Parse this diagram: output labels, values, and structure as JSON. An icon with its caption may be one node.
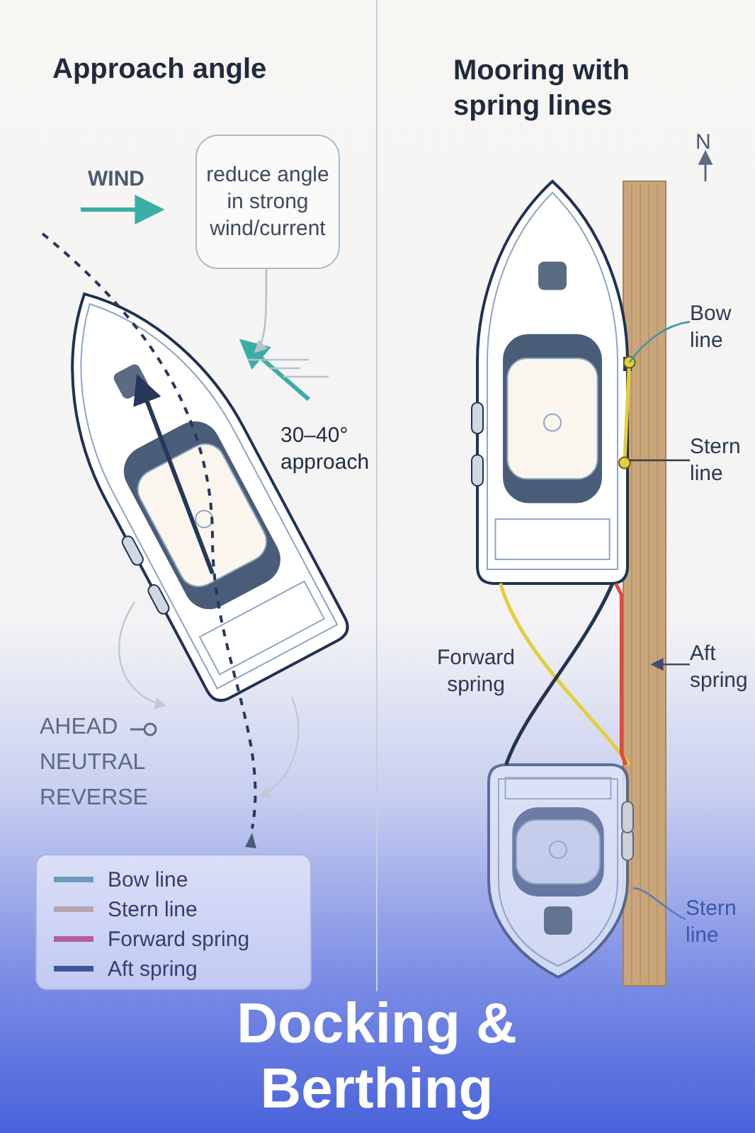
{
  "diagram": {
    "title": "Docking & Berthing",
    "nodes": [
      {
        "text": [
          "reduce angle in strong wind/current"
        ]
      },
      {
        "text": [],
        "shape": "picture"
      },
      {
        "text": [],
        "shape": "picture"
      },
      {
        "text": [],
        "shape": "picture"
      },
      {
        "text": [],
        "shape": "picture"
      },
      {
        "text": [
          "Bow line"
        ]
      },
      {
        "text": [
          "Stern line"
        ]
      },
      {
        "text": [
          "Forward spring"
        ]
      },
      {
        "text": [
          "Aft spring"
        ]
      },
      {
        "text": [
          "Stern line"
        ]
      },
      {
        "text": [],
        "shape": "picture"
      }
    ],
    "edges": [
      {
        "from": 0,
        "to": 10,
        "arrow": "to",
        "color": "#b8c2cc"
      },
      {
        "from": 2,
        "to": 3,
        "arrow": "other",
        "color": "#e3cf3b"
      },
      {
        "from": 2,
        "to": 4,
        "arrow": "none",
        "color": "#e3cf3b"
      },
      {
        "from": 2,
        "to": 4,
        "arrow": "none",
        "color": "#22344f"
      },
      {
        "from": 2,
        "to": 4,
        "arrow": "none",
        "color": "#e8453c"
      },
      {
        "from": 5,
        "to": 3,
        "arrow": "none",
        "color": "#3a9aa0"
      },
      {
        "from": 6,
        "to": 3,
        "arrow": "none",
        "color": "#333d4a"
      },
      {
        "from": 8,
        "to": 3,
        "arrow": "to",
        "color": "#3d4f6a"
      },
      {
        "from": 9,
        "to": 4,
        "arrow": "none",
        "color": "#5a7ac0"
      }
    ],
    "labels": [
      "Approach angle",
      "Mooring with spring lines",
      "N",
      "WIND",
      "30–40° approach",
      "AHEAD",
      "NEUTRAL",
      "REVERSE"
    ],
    "legend": [
      {
        "text": "Bow line",
        "color": "#6a9bbd"
      },
      {
        "text": "Stern line",
        "color": "#b7a6b0"
      },
      {
        "text": "Forward spring",
        "color": "#b25f9a"
      },
      {
        "text": "Aft spring",
        "color": "#3f5598"
      }
    ]
  }
}
